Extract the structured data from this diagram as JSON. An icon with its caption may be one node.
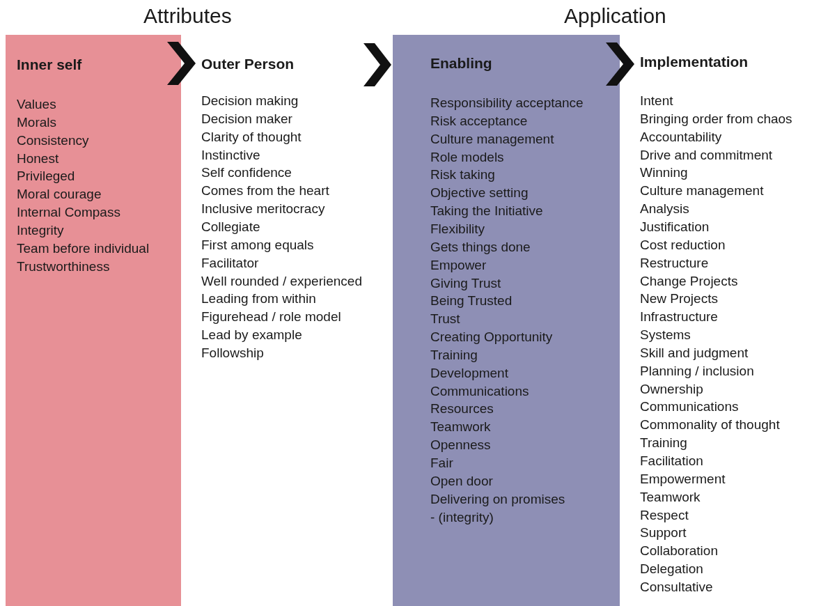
{
  "diagram": {
    "nodes": [
      {
        "text": [
          "Inner self",
          "Values",
          "Morals",
          "Consistency",
          "Honest",
          "Privileged",
          "Moral courage",
          "Internal Compass",
          "Integrity",
          "Team before individual",
          "Trustworthiness"
        ]
      },
      {
        "text": [
          "Outer Person",
          "Decision making",
          "Decision maker",
          "Clarity of thought",
          "Instinctive",
          "Self confidence",
          "Comes from the heart",
          "Inclusive meritocracy",
          "Collegiate",
          "First among equals",
          "Facilitator",
          "Well rounded / experienced",
          "Leading from within",
          "Figurehead / role model",
          "Lead by example",
          "Followship"
        ]
      },
      {
        "text": [
          "Enabling",
          "Responsibility acceptance",
          "Risk acceptance",
          "Culture management",
          "Role models",
          "Risk taking",
          "Objective setting",
          "Taking the Initiative",
          "Flexibility",
          "Gets things done",
          "Empower",
          "Giving Trust",
          "Being Trusted",
          "Trust",
          "Creating Opportunity",
          "Training",
          "Development",
          "Communications",
          "Resources",
          "Teamwork",
          "Openness",
          "Fair",
          "Open door",
          "Delivering on promises",
          "- (integrity)"
        ]
      },
      {
        "text": [
          "Implementation",
          "Intent",
          "Bringing order from chaos",
          "Accountability",
          "Drive and commitment",
          "Winning",
          "Culture management",
          "Analysis",
          "Justification",
          "Cost reduction",
          "Restructure",
          "Change Projects",
          "New Projects",
          "Infrastructure",
          "Systems",
          "Skill and judgment",
          "Planning / inclusion",
          "Ownership",
          "Communications",
          "Commonality of thought",
          "Training",
          "Facilitation",
          "Empowerment",
          "Teamwork",
          "Respect",
          "Support",
          "Collaboration",
          "Delegation",
          "Consultative"
        ]
      }
    ],
    "edges": [
      {
        "from": 0,
        "to": 1,
        "arrow": "to"
      },
      {
        "from": 1,
        "to": 2,
        "arrow": "to"
      },
      {
        "from": 2,
        "to": 3,
        "arrow": "to"
      }
    ],
    "labels": [
      "Attributes",
      "Application"
    ]
  }
}
